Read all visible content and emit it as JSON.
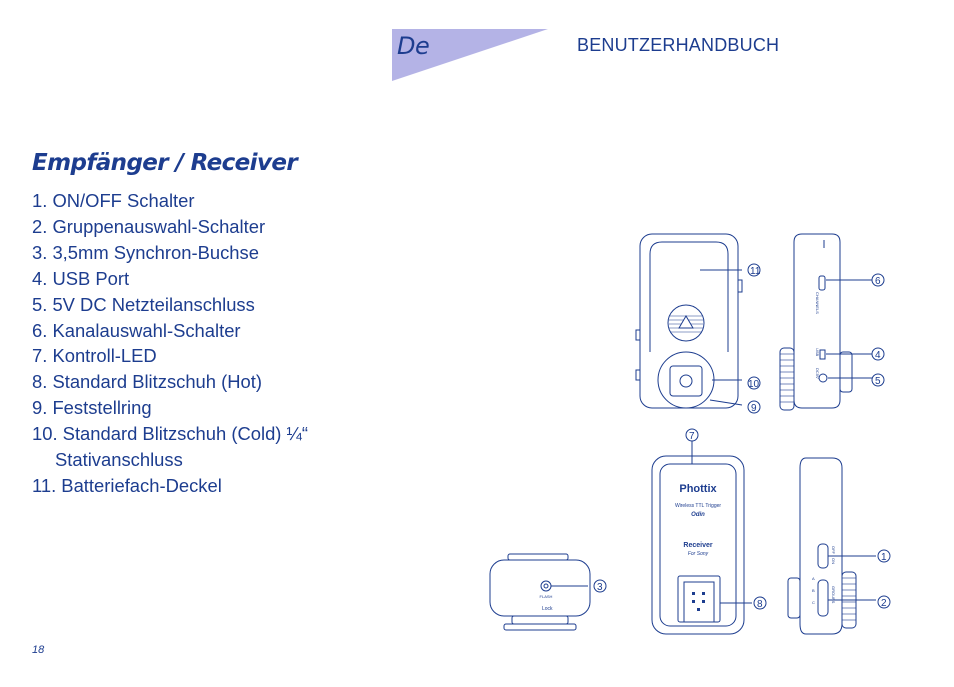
{
  "header": {
    "language": "De",
    "manual_title": "BENUTZERHANDBUCH",
    "banner_color": "#b4b3e6",
    "text_color": "#1d3d8f"
  },
  "section": {
    "title": "Empfänger / Receiver"
  },
  "parts_list": [
    "1. ON/OFF Schalter",
    "2. Gruppenauswahl-Schalter",
    "3. 3,5mm Synchron-Buchse",
    "4. USB Port",
    "5. 5V DC Netzteilanschluss",
    "6. Kanalauswahl-Schalter",
    "7. Kontroll-LED",
    "8. Standard Blitzschuh (Hot)",
    "9. Feststellring",
    "10. Standard Blitzschuh (Cold)  ¼“",
    "Stativanschluss",
    "11. Batteriefach-Deckel"
  ],
  "figure": {
    "callouts": [
      "1",
      "2",
      "3",
      "4",
      "5",
      "6",
      "7",
      "8",
      "9",
      "10",
      "11"
    ],
    "device_labels": {
      "brand": "Phottix",
      "product_line": "Wireless TTL Trigger",
      "model": "Odin",
      "unit": "Receiver",
      "variant": "For Sony",
      "flash_port": "FLASH",
      "lock": "Lock",
      "usb": "USB",
      "dc": "DC5V",
      "channels": "CHANNELS",
      "power_off": "OFF",
      "power_on": "ON",
      "groups": "GROUPS",
      "group_letters": [
        "A",
        "B",
        "C"
      ]
    }
  },
  "footer": {
    "page_number": "18"
  }
}
